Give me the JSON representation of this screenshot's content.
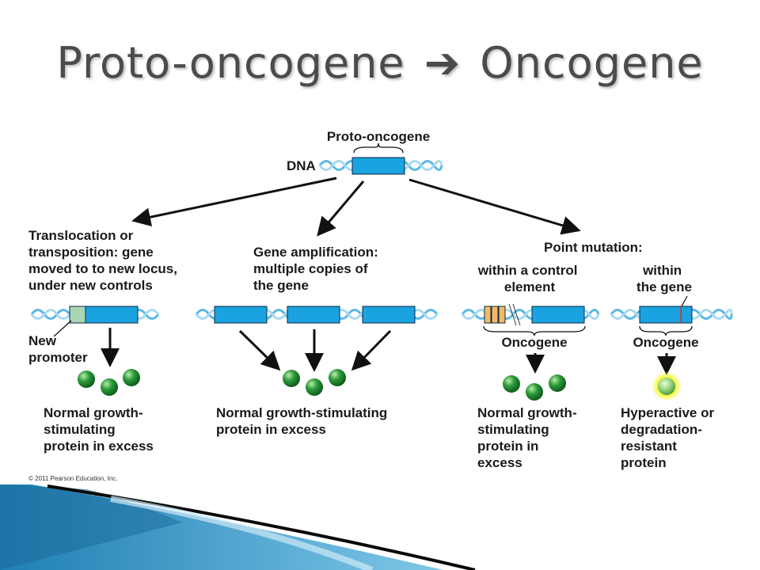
{
  "title": {
    "left": "Proto-oncogene",
    "arrow_icon": "right-arrow-icon",
    "right": "Oncogene"
  },
  "top": {
    "dna_label": "DNA",
    "gene_label": "Proto-oncogene"
  },
  "paths": [
    {
      "heading_lines": [
        "Translocation or",
        "transposition: gene",
        "moved to to new locus,",
        "under new controls"
      ],
      "marker_label_lines": [
        "New",
        "promoter"
      ],
      "result_lines": [
        "Normal growth-",
        "stimulating",
        "protein in excess"
      ]
    },
    {
      "heading_lines": [
        "Gene amplification:",
        "multiple copies of",
        "the gene"
      ],
      "result_lines": [
        "Normal growth-stimulating",
        "protein in excess"
      ]
    },
    {
      "heading": "Point mutation:",
      "sub_a_lines": [
        "within a control",
        "element"
      ],
      "gene_label_a": "Oncogene",
      "result_a_lines": [
        "Normal growth-",
        "stimulating",
        "protein in",
        "excess"
      ],
      "sub_b_lines": [
        "within",
        "the gene"
      ],
      "gene_label_b": "Oncogene",
      "result_b_lines": [
        "Hyperactive or",
        "degradation-",
        "resistant",
        "protein"
      ]
    }
  ],
  "copyright": "© 2011 Pearson Education, Inc.",
  "colors": {
    "gene": "#1aa3e0",
    "helix": "#5ab8e6",
    "promoter": "#a9d6b4",
    "mutation": "#f3b964",
    "protein": "#2e9a3c",
    "glow": "#f2f21c",
    "title": "#4b4b4b"
  }
}
